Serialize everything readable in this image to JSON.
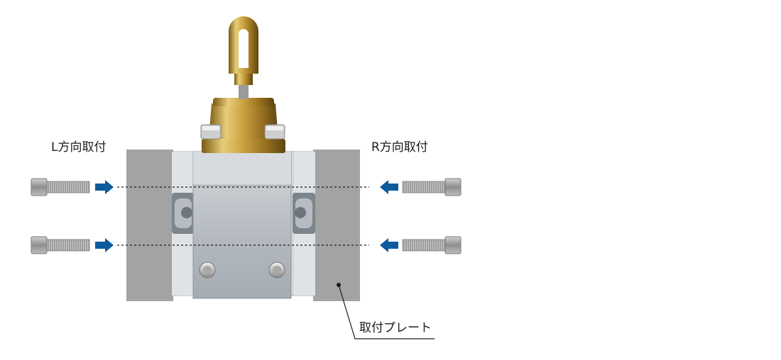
{
  "labels": {
    "left_direction": "L方向取付",
    "right_direction": "R方向取付",
    "mounting_plate": "取付プレート"
  },
  "colors": {
    "plate": "#a3a3a3",
    "arrow": "#0d5a9c",
    "brass": "#c9a13f",
    "body_steel": "#c9ced3",
    "bolt": "#9c9c9c",
    "line": "#1a1a1a"
  }
}
